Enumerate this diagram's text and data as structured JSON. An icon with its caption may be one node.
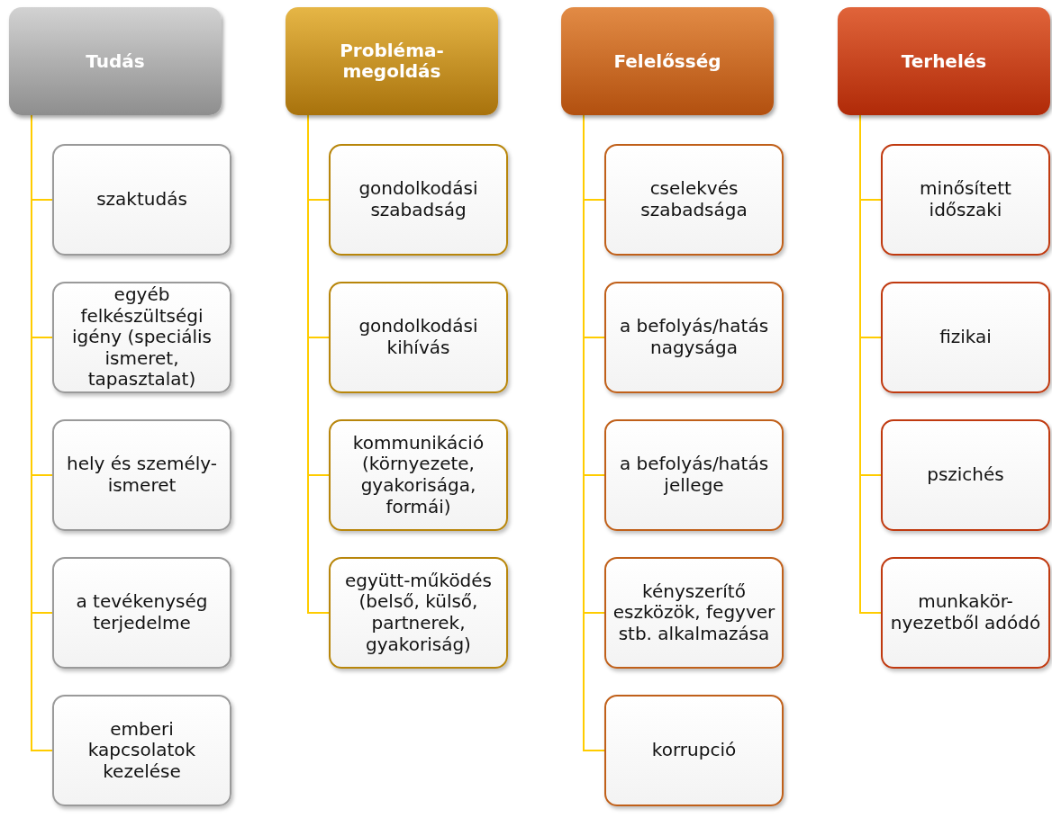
{
  "diagram": {
    "nodes": [
      {
        "text": [
          "Tudás"
        ]
      },
      {
        "text": [
          "szaktudás"
        ]
      },
      {
        "text": [
          "egyéb felkészültségi igény (speciális ismeret, tapasztalat)"
        ]
      },
      {
        "text": [
          "hely és személy-ismeret"
        ]
      },
      {
        "text": [
          "a tevékenység terjedelme"
        ]
      },
      {
        "text": [
          "emberi kapcsolatok kezelése"
        ]
      },
      {
        "text": [
          "Probléma-megoldás"
        ]
      },
      {
        "text": [
          "gondolkodási szabadság"
        ]
      },
      {
        "text": [
          "gondolkodási kihívás"
        ]
      },
      {
        "text": [
          "kommunikáció (környezete, gyakorisága, formái)"
        ]
      },
      {
        "text": [
          "együtt-működés (belső, külső, partnerek, gyakoriság)"
        ]
      },
      {
        "text": [
          "Felelősség"
        ]
      },
      {
        "text": [
          "cselekvés szabadsága"
        ]
      },
      {
        "text": [
          "a befolyás/hatás nagysága"
        ]
      },
      {
        "text": [
          "a befolyás/hatás jellege"
        ]
      },
      {
        "text": [
          "kényszerítő eszközök, fegyver stb. alkalmazása"
        ]
      },
      {
        "text": [
          "korrupció"
        ]
      },
      {
        "text": [
          "Terhelés"
        ]
      },
      {
        "text": [
          "minősített időszaki"
        ]
      },
      {
        "text": [
          "fizikai"
        ]
      },
      {
        "text": [
          "pszichés"
        ]
      },
      {
        "text": [
          "munkakör-nyezetből adódó"
        ]
      }
    ],
    "edges": [
      {
        "from": 0,
        "to": 1,
        "arrow": "none"
      },
      {
        "from": 0,
        "to": 2,
        "arrow": "none"
      },
      {
        "from": 0,
        "to": 3,
        "arrow": "none"
      },
      {
        "from": 0,
        "to": 4,
        "arrow": "none"
      },
      {
        "from": 0,
        "to": 5,
        "arrow": "none"
      },
      {
        "from": 6,
        "to": 7,
        "arrow": "none"
      },
      {
        "from": 6,
        "to": 8,
        "arrow": "none"
      },
      {
        "from": 6,
        "to": 9,
        "arrow": "none"
      },
      {
        "from": 6,
        "to": 10,
        "arrow": "none"
      },
      {
        "from": 11,
        "to": 12,
        "arrow": "none"
      },
      {
        "from": 11,
        "to": 13,
        "arrow": "none"
      },
      {
        "from": 11,
        "to": 14,
        "arrow": "none"
      },
      {
        "from": 11,
        "to": 15,
        "arrow": "none"
      },
      {
        "from": 11,
        "to": 16,
        "arrow": "none"
      },
      {
        "from": 17,
        "to": 18,
        "arrow": "none"
      },
      {
        "from": 17,
        "to": 19,
        "arrow": "none"
      },
      {
        "from": 17,
        "to": 20,
        "arrow": "none"
      },
      {
        "from": 17,
        "to": 21,
        "arrow": "none"
      }
    ]
  }
}
